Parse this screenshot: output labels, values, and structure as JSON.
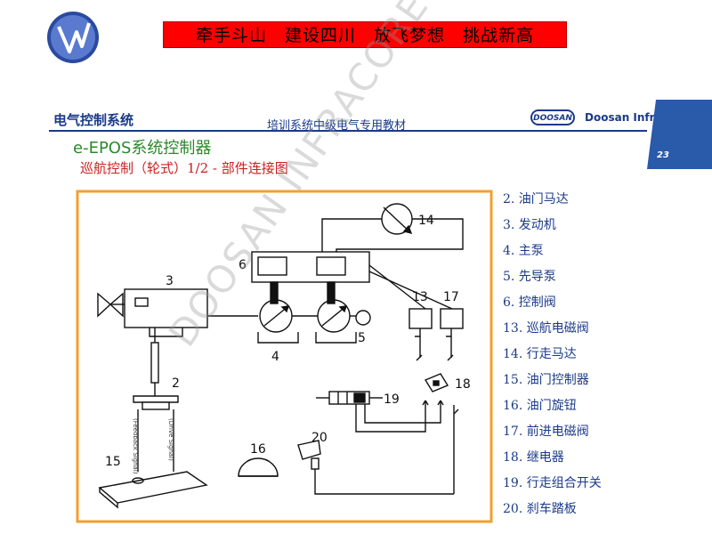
{
  "header": {
    "slogan": "牵手斗山　建设四川　放飞梦想　挑战新高",
    "section_title": "电气控制系统",
    "training_label": "培训系统中级电气专用教材",
    "badge_text": "DOOSAN",
    "brand_name": "Doosan Infracore",
    "page_number": "23"
  },
  "titles": {
    "main": "e-EPOS系统控制器",
    "sub": "巡航控制（轮式）1/2 - 部件连接图"
  },
  "diagram": {
    "labels": [
      "2",
      "3",
      "4",
      "5",
      "6",
      "13",
      "14",
      "15",
      "16",
      "17",
      "18",
      "19",
      "20"
    ],
    "signal_feedback": "(Feedback Signal)",
    "signal_drive": "(Drive Signal)"
  },
  "legend": [
    "2. 油门马达",
    "3. 发动机",
    "4. 主泵",
    "5. 先导泵",
    "6. 控制阀",
    "13. 巡航电磁阀",
    "14. 行走马达",
    "15. 油门控制器",
    "16. 油门旋钮",
    "17. 前进电磁阀",
    "18. 继电器",
    "19. 行走组合开关",
    "20. 刹车踏板"
  ],
  "watermark": "DOOSAN INFRACORE",
  "colors": {
    "slogan_bg": "#ff0000",
    "header_blue": "#1a3a8a",
    "title_green": "#2a8a2a",
    "subtitle_red": "#cc2020",
    "frame_orange": "#f0a030",
    "page_tab_blue": "#2a5aaa"
  }
}
